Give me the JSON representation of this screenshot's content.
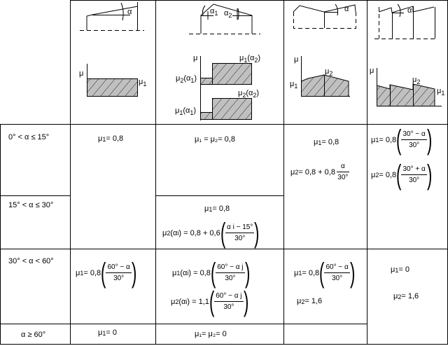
{
  "header_labels": {
    "mu": "μ",
    "mu1": "μ",
    "sub1": "1",
    "sub2": "2",
    "alpha": "α",
    "alpha1": "α",
    "alpha2": "α",
    "mu1_a2": "(α",
    "mu2_a1": "(α",
    "mu2_a2": "(α",
    "mu1_a1": "(α",
    "close": ")"
  },
  "rows": [
    {
      "range": "0° < α ≤ 15°"
    },
    {
      "range": "15° < α ≤ 30°"
    },
    {
      "range": "30° < α < 60°"
    },
    {
      "range": "α ≥ 60°"
    }
  ],
  "cells": {
    "c1_r12": {
      "pre": "μ",
      "s": "1",
      "post": "= 0,8"
    },
    "c1_r3": {
      "pre": "μ",
      "s": "1",
      "post": " = 0,8",
      "num": "60° − α",
      "den": "30°"
    },
    "c1_r4": {
      "pre": "μ",
      "s": "1",
      "post": "= 0"
    },
    "c2_r1": {
      "text": "μ₁ = μ₂= 0,8"
    },
    "c2_r2a": {
      "pre": "μ",
      "s": "1",
      "post": " = 0,8"
    },
    "c2_r2b": {
      "pre": "μ",
      "s": "2",
      "post": " (α",
      "s2": "i",
      "post2": ") = 0,8 + 0,6 ",
      "num": "α i − 15°",
      "den": "30°"
    },
    "c2_r3a": {
      "pre": "μ",
      "s": "1",
      "post": "(α",
      "s2": "i",
      "post2": ") = 0,8 ",
      "num": "60° − α j",
      "den": "30°"
    },
    "c2_r3b": {
      "pre": "μ",
      "s": "2",
      "post": " (α",
      "s2": "i",
      "post2": ") = 1,1 ",
      "num": "60° − α j",
      "den": "30°"
    },
    "c2_r4": {
      "text": "μ₁= μ₂= 0"
    },
    "c3_r12a": {
      "pre": "μ",
      "s": "1",
      "post": " = 0,8"
    },
    "c3_r12b": {
      "pre": "μ",
      "s": "2",
      "post": "= 0,8 + 0,8",
      "num": "α",
      "den": "30°"
    },
    "c3_r3a": {
      "pre": "μ",
      "s": "1",
      "post": " = 0,8",
      "num": "60° − α",
      "den": "30°"
    },
    "c3_r3b": {
      "pre": "μ",
      "s": "2",
      "post": "= 1,6"
    },
    "c4_r12a": {
      "pre": "μ",
      "s": "1",
      "post": " = 0,8",
      "num": "30° − α",
      "den": "30°"
    },
    "c4_r12b": {
      "pre": "μ",
      "s": "2",
      "post": " = 0,8",
      "num": "30° + α",
      "den": "30°"
    },
    "c4_r34a": {
      "pre": "μ",
      "s": "1",
      "post": "= 0"
    },
    "c4_r34b": {
      "pre": "μ",
      "s": "2",
      "post": " = 1,6"
    }
  },
  "paren": {
    "open": "(",
    "close": ")"
  }
}
